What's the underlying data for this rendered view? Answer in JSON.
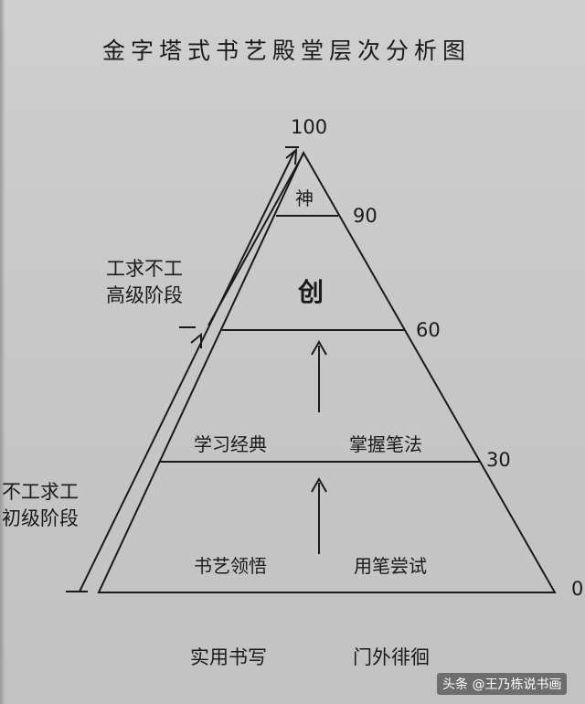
{
  "title": "金字塔式书艺殿堂层次分析图",
  "scale": {
    "top": "100",
    "level90": "90",
    "level60": "60",
    "level30": "30",
    "bottom": "0"
  },
  "tiers": {
    "apex": "神",
    "upper": "创",
    "middle_left": "学习经典",
    "middle_right": "掌握笔法",
    "lower_left": "书艺领悟",
    "lower_right": "用笔尝试"
  },
  "side_labels": {
    "advanced_line1": "工求不工",
    "advanced_line2": "高级阶段",
    "beginner_line1": "不工求工",
    "beginner_line2": "初级阶段"
  },
  "base_labels": {
    "left": "实用书写",
    "right": "门外徘徊"
  },
  "watermark": "头条 @王乃栋说书画"
}
